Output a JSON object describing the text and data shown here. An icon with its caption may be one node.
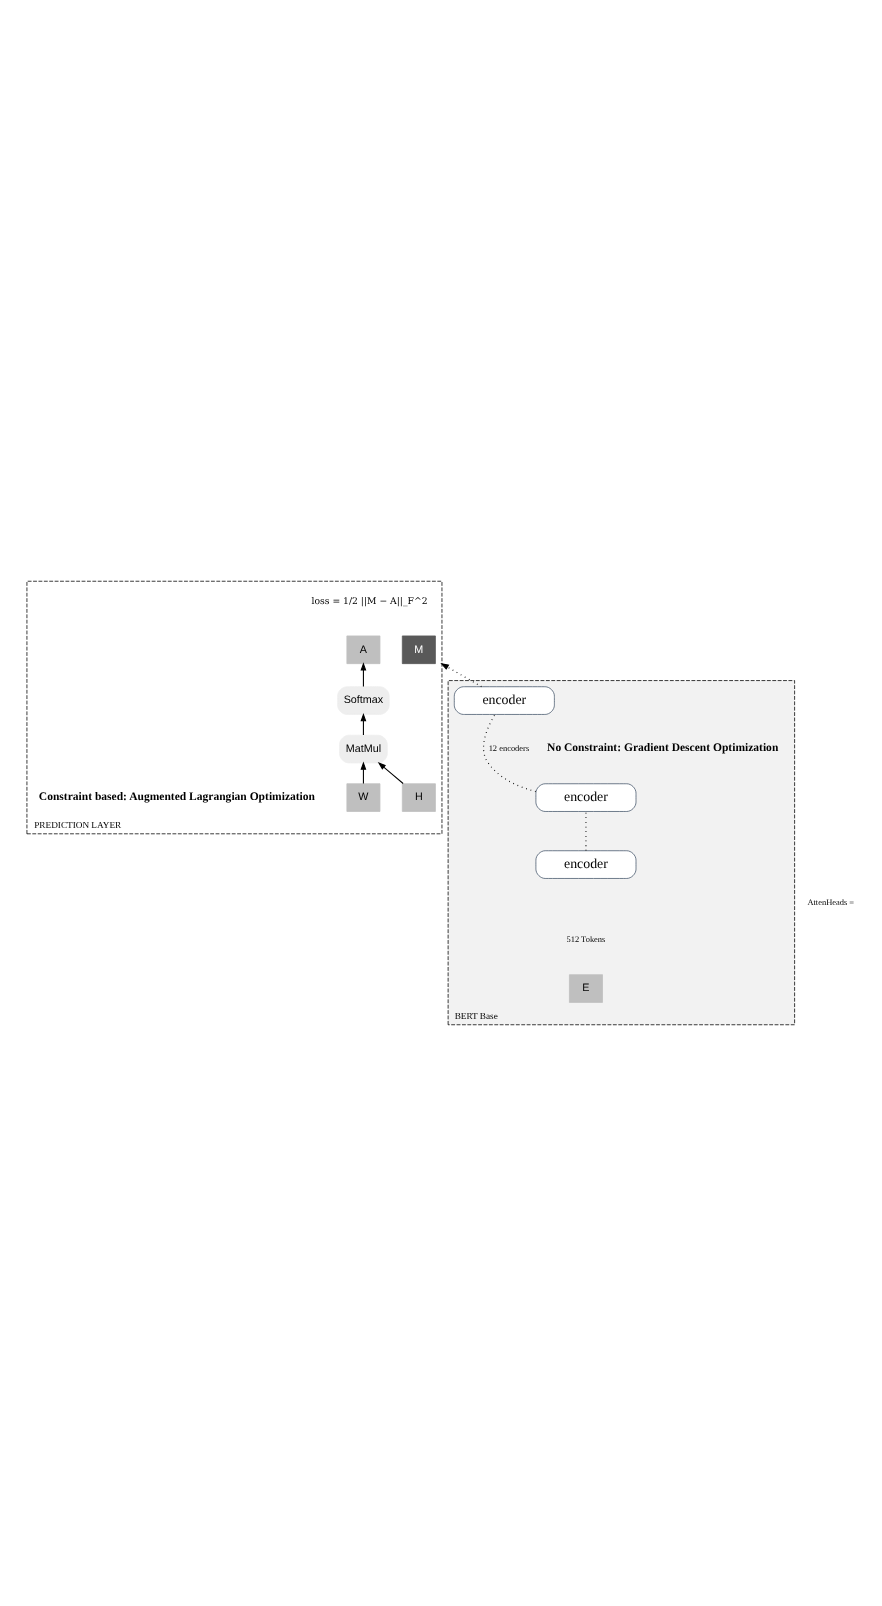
{
  "diagram": {
    "nodes": [
      {
        "text": [
          "PREDICTION LAYER"
        ]
      },
      {
        "text": [
          "M"
        ],
        "in": 0
      },
      {
        "text": [
          "A"
        ],
        "in": 0
      },
      {
        "text": [
          "Softmax"
        ],
        "in": 0
      },
      {
        "text": [
          "MatMul"
        ],
        "in": 0
      },
      {
        "text": [
          "H"
        ],
        "in": 0
      },
      {
        "text": [
          "W"
        ],
        "in": 0
      },
      {
        "text": [
          "BERT Base"
        ]
      },
      {
        "text": [
          "encoder"
        ],
        "in": 7
      },
      {
        "text": [
          "encoder"
        ],
        "in": 7
      },
      {
        "text": [
          "encoder"
        ],
        "in": 7
      },
      {
        "text": [
          "E"
        ],
        "in": 7
      }
    ],
    "edges": [
      {
        "from": 5,
        "to": 4,
        "arrow": "to"
      },
      {
        "from": 6,
        "to": 4,
        "arrow": "to"
      },
      {
        "from": 4,
        "to": 3,
        "arrow": "to"
      },
      {
        "from": 3,
        "to": 2,
        "arrow": "to"
      },
      {
        "from": 8,
        "to": 0,
        "arrow": "to",
        "style": "dashed"
      },
      {
        "from": 9,
        "to": 8,
        "arrow": "none",
        "style": "dashed",
        "label": "12 encoders"
      },
      {
        "from": 10,
        "to": 9,
        "arrow": "none",
        "style": "dashed"
      }
    ],
    "labels": [
      "loss = 1/2 ||M − A||_F^2",
      "Constraint based: Augmented Lagrangian Optimization",
      "No Constraint: Gradient Descent Optimization",
      "512 Tokens",
      "AttenHeads ="
    ]
  }
}
